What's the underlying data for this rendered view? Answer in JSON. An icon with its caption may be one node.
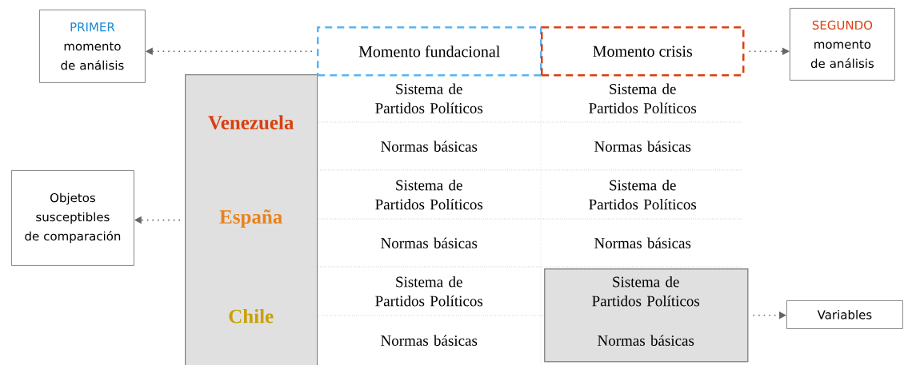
{
  "diagram": {
    "nodes": [
      {
        "text": [
          "PRIMER",
          "momento de análisis"
        ]
      },
      {
        "text": [
          "Momento fundacional"
        ]
      },
      {
        "text": [
          "Momento crisis"
        ]
      },
      {
        "text": [
          "SEGUNDO",
          "momento de análisis"
        ]
      },
      {
        "text": [
          "Objetos susceptibles de comparación"
        ]
      },
      {
        "text": [],
        "shape": "box"
      },
      {
        "text": [
          "Venezuela"
        ],
        "in": 5
      },
      {
        "text": [
          "Sistema de Partidos Políticos"
        ]
      },
      {
        "text": [
          "Sistema de Partidos Políticos"
        ]
      },
      {
        "text": [
          "Normas básicas"
        ]
      },
      {
        "text": [
          "Normas básicas"
        ]
      },
      {
        "text": [
          "España"
        ],
        "in": 5
      },
      {
        "text": [
          "Sistema de Partidos Políticos"
        ]
      },
      {
        "text": [
          "Sistema de Partidos Políticos"
        ]
      },
      {
        "text": [
          "Normas básicas"
        ]
      },
      {
        "text": [
          "Normas básicas"
        ]
      },
      {
        "text": [
          "Chile"
        ],
        "in": 5
      },
      {
        "text": [
          "Sistema de Partidos Políticos"
        ]
      },
      {
        "text": [],
        "shape": "box"
      },
      {
        "text": [
          "Sistema de Partidos Políticos"
        ],
        "in": 18
      },
      {
        "text": [
          "Normas básicas"
        ]
      },
      {
        "text": [
          "Normas básicas"
        ],
        "in": 18
      },
      {
        "text": [
          "Variables"
        ]
      }
    ],
    "edges": [
      {
        "from": 1,
        "to": 0,
        "arrow": "to"
      },
      {
        "from": 2,
        "to": 3,
        "arrow": "to"
      },
      {
        "from": 5,
        "to": 4,
        "arrow": "to"
      },
      {
        "from": 18,
        "to": 22,
        "arrow": "to"
      }
    ]
  }
}
